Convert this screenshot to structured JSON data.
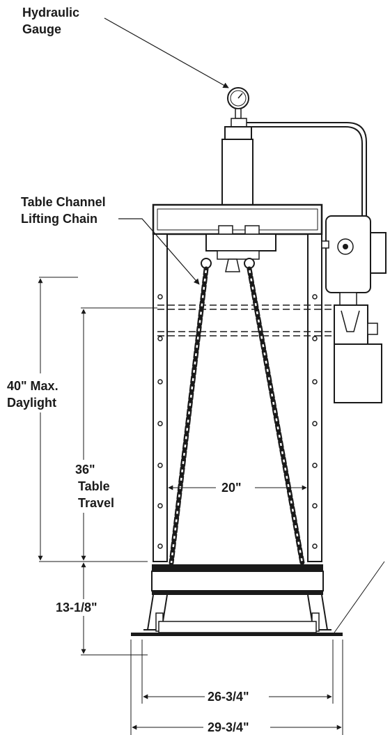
{
  "labels": {
    "hydraulic_gauge": [
      "Hydraulic",
      "Gauge"
    ],
    "lifting_chain": [
      "Table Channel",
      "Lifting Chain"
    ],
    "max_daylight": [
      "40\" Max.",
      "Daylight"
    ],
    "table_travel": [
      "36\"",
      "Table",
      "Travel"
    ],
    "chain_spacing": "20\"",
    "lower_height": "13-1/8\"",
    "inner_width": "26-3/4\"",
    "outer_width": "29-3/4\""
  },
  "colors": {
    "ink": "#1a1a1a",
    "background": "#ffffff"
  }
}
